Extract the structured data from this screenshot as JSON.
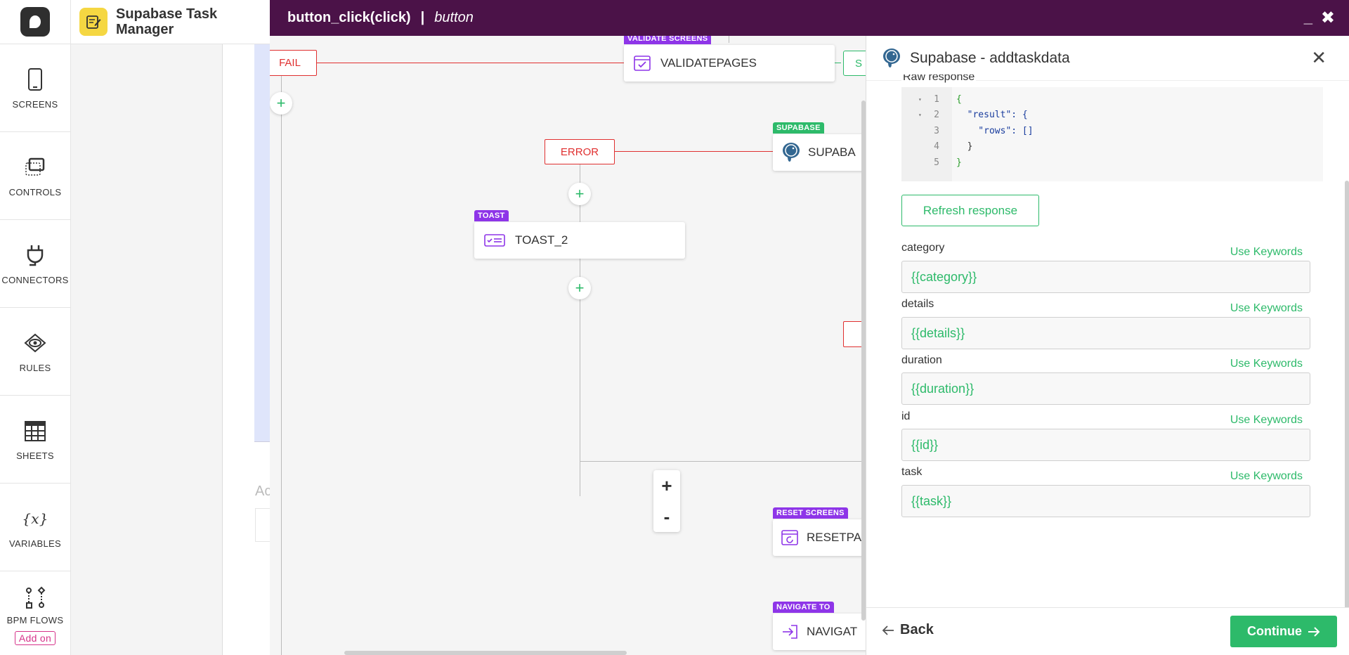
{
  "sidebar": {
    "items": [
      {
        "label": "SCREENS",
        "icon": "tablet-icon"
      },
      {
        "label": "CONTROLS",
        "icon": "controls-icon"
      },
      {
        "label": "CONNECTORS",
        "icon": "plug-icon"
      },
      {
        "label": "RULES",
        "icon": "eye-icon"
      },
      {
        "label": "SHEETS",
        "icon": "table-icon"
      },
      {
        "label": "VARIABLES",
        "icon": "variable-icon"
      },
      {
        "label": "BPM FLOWS",
        "icon": "flow-icon",
        "badge": "Add on"
      }
    ]
  },
  "app": {
    "title_line1": "Supabase Task",
    "title_line2": "Manager"
  },
  "background": {
    "faded_text": "Ac"
  },
  "modal": {
    "title": "button_click(click)",
    "separator": "|",
    "type": "button",
    "minimize": "_",
    "close": "✖"
  },
  "flow": {
    "fail_label": "FAIL",
    "error_label": "ERROR",
    "validate": {
      "tag": "VALIDATE SCREENS",
      "label": "VALIDATEPAGES"
    },
    "s_partial": "S",
    "supabase": {
      "tag": "SUPABASE",
      "label": "SUPABA"
    },
    "toast": {
      "tag": "TOAST",
      "label": "TOAST_2"
    },
    "reset": {
      "tag": "RESET SCREENS",
      "label": "RESETPA"
    },
    "navigate": {
      "tag": "NAVIGATE TO",
      "label": "NAVIGAT"
    },
    "zoom_in": "+",
    "zoom_out": "-",
    "plus": "+"
  },
  "panel": {
    "title": "Supabase - addtaskdata",
    "raw_response_label": "Raw response",
    "code_lines": [
      {
        "n": "1",
        "fold": "▾",
        "text": "{"
      },
      {
        "n": "2",
        "fold": "▾",
        "text": "  \"result\": {"
      },
      {
        "n": "3",
        "fold": "",
        "text": "    \"rows\": []"
      },
      {
        "n": "4",
        "fold": "",
        "text": "  }"
      },
      {
        "n": "5",
        "fold": "",
        "text": "}"
      }
    ],
    "refresh_label": "Refresh response",
    "use_keywords": "Use Keywords",
    "fields": [
      {
        "label": "category",
        "value": "{{category}}"
      },
      {
        "label": "details",
        "value": "{{details}}"
      },
      {
        "label": "duration",
        "value": "{{duration}}"
      },
      {
        "label": "id",
        "value": "{{id}}"
      },
      {
        "label": "task",
        "value": "{{task}}"
      }
    ],
    "back_label": "Back",
    "continue_label": "Continue"
  },
  "colors": {
    "header": "#4b1248",
    "accent": "#2dba6a",
    "error": "#e03030",
    "tag": "#8e35e8"
  }
}
